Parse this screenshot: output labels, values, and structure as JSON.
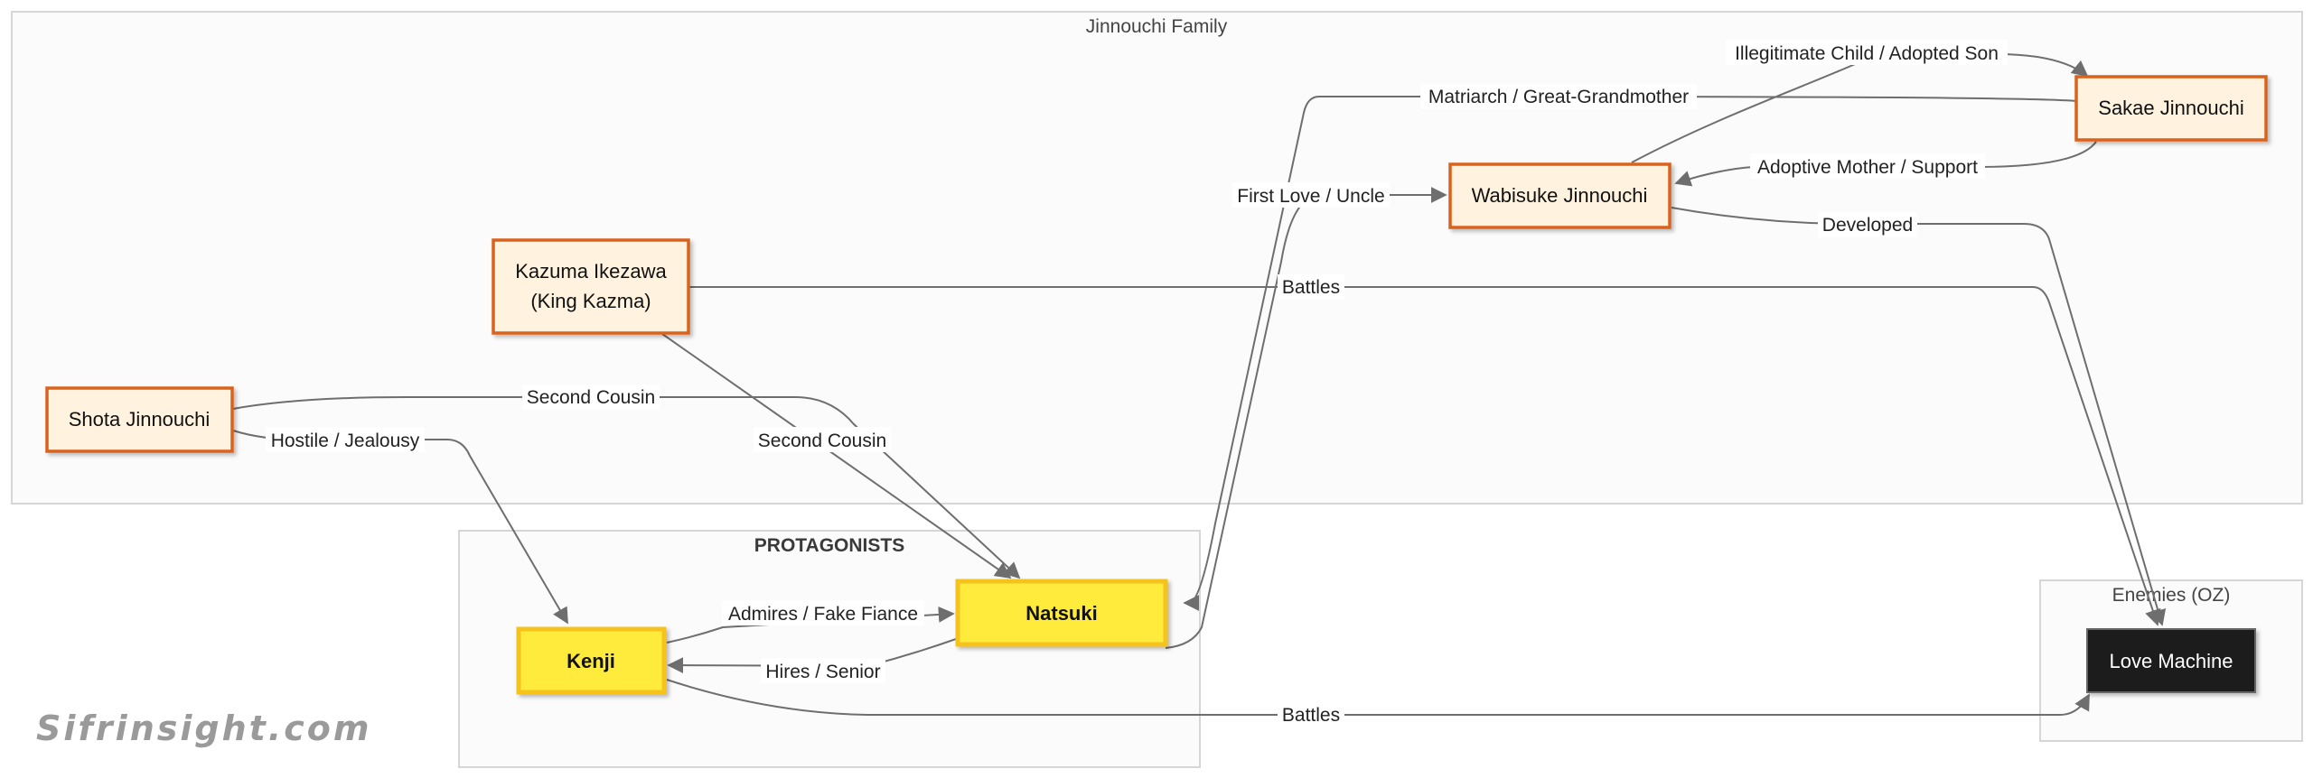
{
  "clusters": {
    "family": "Jinnouchi Family",
    "protagonists": "PROTAGONISTS",
    "enemies": "Enemies (OZ)"
  },
  "nodes": {
    "sakae": [
      "Sakae Jinnouchi"
    ],
    "wabisuke": [
      "Wabisuke Jinnouchi"
    ],
    "kazuma": [
      "Kazuma Ikezawa",
      "(King Kazma)"
    ],
    "shota": [
      "Shota Jinnouchi"
    ],
    "kenji": [
      "Kenji"
    ],
    "natsuki": [
      "Natsuki"
    ],
    "love_machine": [
      "Love Machine"
    ]
  },
  "edges": {
    "illegitimate": "Illegitimate Child / Adopted Son",
    "matriarch": "Matriarch / Great-Grandmother",
    "adoptive": "Adoptive Mother / Support",
    "first_love": "First Love / Uncle",
    "developed": "Developed",
    "battles_kazuma": "Battles",
    "second_cousin_shota": "Second Cousin",
    "second_cousin_kazuma": "Second Cousin",
    "hostile": "Hostile / Jealousy",
    "admires": "Admires / Fake Fiance",
    "hires": "Hires / Senior",
    "battles_kenji": "Battles"
  },
  "watermark": "Sifrinsight.com"
}
